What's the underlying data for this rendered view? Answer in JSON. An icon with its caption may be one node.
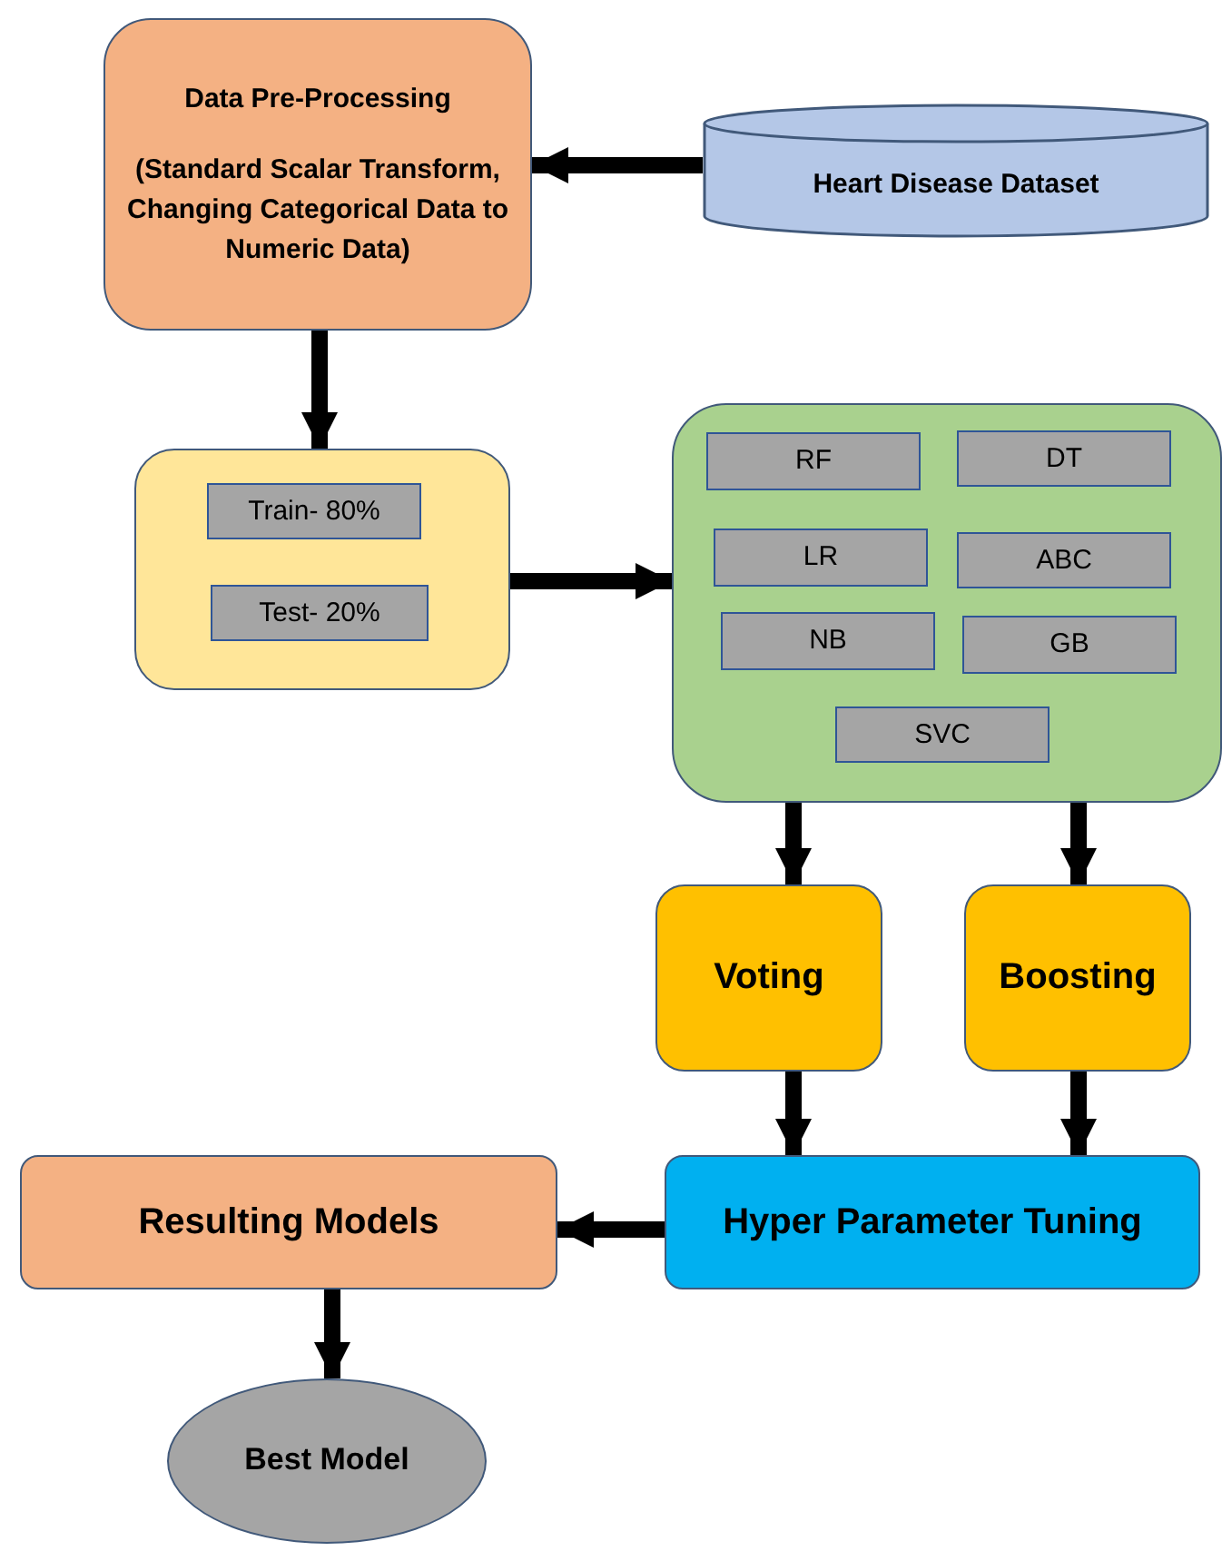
{
  "diagram": {
    "nodes": [
      {
        "text": [
          "Data Pre-Processing",
          "(Standard Scalar Transform, Changing Categorical Data to Numeric Data)"
        ]
      },
      {
        "text": [
          "Heart Disease Dataset"
        ]
      },
      {
        "text": [],
        "shape": "box"
      },
      {
        "text": [
          "Train- 80%"
        ],
        "in": 2
      },
      {
        "text": [
          "Test- 20%"
        ],
        "in": 2
      },
      {
        "text": [],
        "shape": "box"
      },
      {
        "text": [
          "RF"
        ],
        "in": 5
      },
      {
        "text": [
          "DT"
        ],
        "in": 5
      },
      {
        "text": [
          "LR"
        ],
        "in": 5
      },
      {
        "text": [
          "ABC"
        ],
        "in": 5
      },
      {
        "text": [
          "NB"
        ],
        "in": 5
      },
      {
        "text": [
          "GB"
        ],
        "in": 5
      },
      {
        "text": [
          "SVC"
        ],
        "in": 5
      },
      {
        "text": [
          "Voting"
        ]
      },
      {
        "text": [
          "Boosting"
        ]
      },
      {
        "text": [
          "Hyper Parameter Tuning"
        ]
      },
      {
        "text": [
          "Resulting Models"
        ]
      },
      {
        "text": [
          "Best Model"
        ]
      }
    ],
    "edges": [
      {
        "from": 1,
        "to": 0,
        "arrow": "to"
      },
      {
        "from": 0,
        "to": 2,
        "arrow": "to"
      },
      {
        "from": 2,
        "to": 5,
        "arrow": "to"
      },
      {
        "from": 5,
        "to": 13,
        "arrow": "to"
      },
      {
        "from": 5,
        "to": 14,
        "arrow": "to"
      },
      {
        "from": 13,
        "to": 15,
        "arrow": "to"
      },
      {
        "from": 14,
        "to": 15,
        "arrow": "to"
      },
      {
        "from": 15,
        "to": 16,
        "arrow": "to"
      },
      {
        "from": 16,
        "to": 17,
        "arrow": "to"
      }
    ]
  }
}
